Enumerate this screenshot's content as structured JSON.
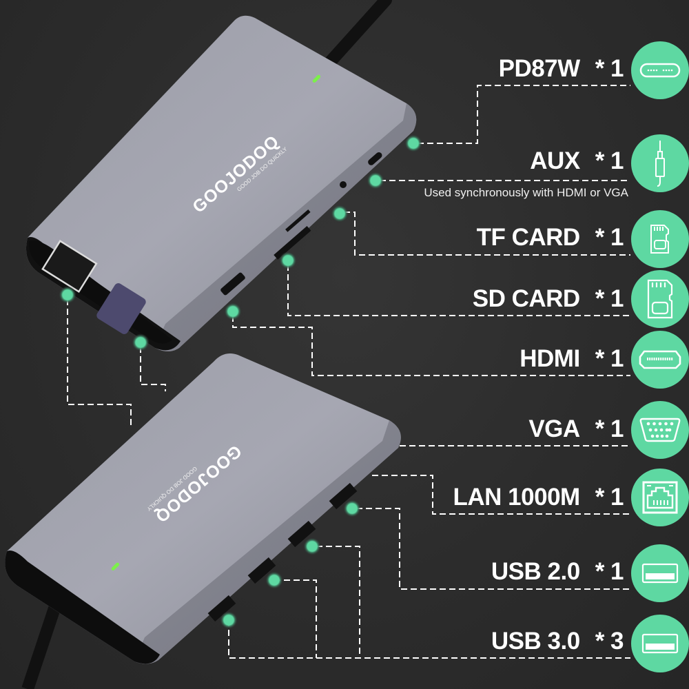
{
  "brand": {
    "name": "GOOJODOQ",
    "tagline": "GOOD JOB DO QUICKLY"
  },
  "colors": {
    "background": "#2b2b2b",
    "accent": "#5ed8a2",
    "device_body": "#8e8f9a",
    "led": "#7cf04a"
  },
  "ports": [
    {
      "id": "pd",
      "name": "PD87W",
      "mult": "* 1",
      "icon": "usb-c-port-icon"
    },
    {
      "id": "aux",
      "name": "AUX",
      "mult": "* 1",
      "icon": "audio-jack-icon",
      "note": "Used synchronously with HDMI or VGA"
    },
    {
      "id": "tf",
      "name": "TF CARD",
      "mult": "* 1",
      "icon": "tf-card-icon"
    },
    {
      "id": "sd",
      "name": "SD CARD",
      "mult": "* 1",
      "icon": "sd-card-icon"
    },
    {
      "id": "hdmi",
      "name": "HDMI",
      "mult": "* 1",
      "icon": "hdmi-port-icon"
    },
    {
      "id": "vga",
      "name": "VGA",
      "mult": "* 1",
      "icon": "vga-port-icon"
    },
    {
      "id": "lan",
      "name": "LAN 1000M",
      "mult": "* 1",
      "icon": "ethernet-port-icon"
    },
    {
      "id": "usb2",
      "name": "USB 2.0",
      "mult": "* 1",
      "icon": "usb-a-port-icon"
    },
    {
      "id": "usb3",
      "name": "USB 3.0",
      "mult": "* 3",
      "icon": "usb-a-port-icon"
    }
  ]
}
